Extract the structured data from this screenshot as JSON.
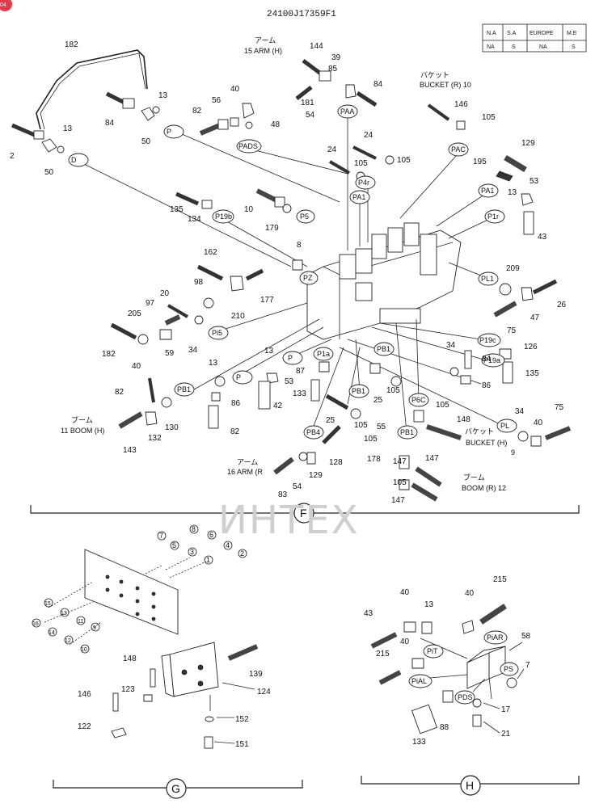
{
  "badge": "04",
  "drawing_number": "24100J17359F1",
  "spec_table": {
    "headers": [
      "N.A",
      "S.A",
      "EUROPE",
      "M.E"
    ],
    "values": [
      "NA",
      "S",
      "NA",
      "S"
    ]
  },
  "notes": {
    "arm_h_jp": "アーム",
    "arm_h": "15 ARM (H)",
    "bucket_r_jp": "バケット",
    "bucket_r": "BUCKET (R) 10",
    "boom_h_jp": "ブーム",
    "boom_h": "11 BOOM (H)",
    "bucket_h_jp": "バケット",
    "bucket_h": "BUCKET (H)",
    "bucket_h_no": "9",
    "arm_r_jp": "アーム",
    "arm_r": "16 ARM (R",
    "boom_r_jp": "ブーム",
    "boom_r": "BOOM (R) 12"
  },
  "ports": [
    "PAA",
    "PADS",
    "P",
    "D",
    "PAC",
    "P4r",
    "PA1",
    "PA1",
    "P1r",
    "P19b",
    "P5",
    "PZ",
    "PL1",
    "Pi5",
    "P19c",
    "P19a",
    "PB1",
    "P1a",
    "P",
    "P",
    "PB1",
    "PB1",
    "P6C",
    "PL",
    "PB4",
    "PB1"
  ],
  "parts_f": [
    "182",
    "2",
    "13",
    "50",
    "84",
    "13",
    "50",
    "82",
    "56",
    "40",
    "48",
    "144",
    "39",
    "85",
    "84",
    "181",
    "54",
    "146",
    "105",
    "24",
    "24",
    "105",
    "105",
    "129",
    "195",
    "53",
    "13",
    "43",
    "135",
    "134",
    "10",
    "179",
    "8",
    "162",
    "98",
    "210",
    "177",
    "20",
    "97",
    "205",
    "182",
    "40",
    "59",
    "34",
    "13",
    "13",
    "53",
    "87",
    "133",
    "42",
    "86",
    "82",
    "82",
    "130",
    "132",
    "143",
    "25",
    "105",
    "25",
    "105",
    "105",
    "34",
    "84",
    "86",
    "126",
    "135",
    "105",
    "148",
    "34",
    "40",
    "75",
    "209",
    "26",
    "47",
    "75",
    "55",
    "178",
    "128",
    "129",
    "54",
    "83",
    "147",
    "147",
    "105",
    "147"
  ],
  "parts_g": [
    "7",
    "8",
    "5",
    "6",
    "3",
    "4",
    "1",
    "2",
    "15",
    "13",
    "16",
    "11",
    "14",
    "9",
    "12",
    "10",
    "148",
    "123",
    "146",
    "122",
    "139",
    "124",
    "152",
    "151"
  ],
  "ports_h": [
    "PiT",
    "PiAR",
    "PiAL",
    "PS",
    "PDS"
  ],
  "parts_h": [
    "215",
    "40",
    "13",
    "40",
    "43",
    "40",
    "58",
    "215",
    "7",
    "17",
    "88",
    "21",
    "133"
  ],
  "sections": [
    "F",
    "G",
    "H"
  ],
  "watermark": "ИНТЕХ"
}
